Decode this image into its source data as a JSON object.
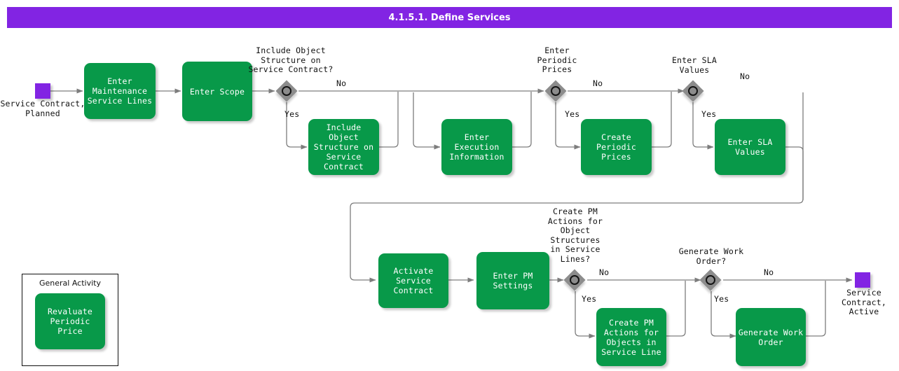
{
  "title": "4.1.5.1. Define Services",
  "theme": {
    "title_bar_bg": "#8224e3",
    "title_bar_fg": "#ffffff",
    "activity_bg": "#089949",
    "activity_fg": "#ffffff",
    "gateway_fill": "#8c8c8c",
    "gateway_ring": "#131313",
    "marker_bg": "#8224e3",
    "connector": "#7d7d7d",
    "page_bg": "#ffffff",
    "text": "#111111"
  },
  "markers": {
    "start": {
      "label": "Service Contract,\nPlanned"
    },
    "end": {
      "label": "Service\nContract,\nActive"
    }
  },
  "activities": [
    {
      "id": "enter-maintenance-service-lines",
      "label": "Enter\nMaintenance\nService Lines"
    },
    {
      "id": "enter-scope",
      "label": "Enter Scope"
    },
    {
      "id": "include-object-structure-on-service-contract",
      "label": "Include Object\nStructure on\nService Contract"
    },
    {
      "id": "enter-execution-information",
      "label": "Enter Execution\nInformation"
    },
    {
      "id": "create-periodic-prices",
      "label": "Create Periodic\nPrices"
    },
    {
      "id": "enter-sla-values",
      "label": "Enter SLA\nValues"
    },
    {
      "id": "activate-service-contract",
      "label": "Activate Service\nContract"
    },
    {
      "id": "enter-pm-settings",
      "label": "Enter PM\nSettings"
    },
    {
      "id": "create-pm-actions-for-objects-in-service-line",
      "label": "Create PM\nActions for\nObjects in\nService Line"
    },
    {
      "id": "generate-work-order",
      "label": "Generate Work\nOrder"
    }
  ],
  "gateways": [
    {
      "id": "include-object-structure",
      "question": "Include Object\nStructure on\nService Contract?",
      "yes": "Yes",
      "no": "No"
    },
    {
      "id": "enter-periodic-prices",
      "question": "Enter\nPeriodic\nPrices",
      "yes": "Yes",
      "no": "No"
    },
    {
      "id": "enter-sla-values",
      "question": "Enter SLA\nValues",
      "yes": "Yes",
      "no": "No"
    },
    {
      "id": "create-pm-actions",
      "question": "Create PM\nActions for\nObject\nStructures\nin Service\nLines?",
      "yes": "Yes",
      "no": "No"
    },
    {
      "id": "generate-work-order",
      "question": "Generate Work\nOrder?",
      "yes": "Yes",
      "no": "No"
    }
  ],
  "legend": {
    "title": "General Activity",
    "sample_label": "Revaluate\nPeriodic Price"
  }
}
